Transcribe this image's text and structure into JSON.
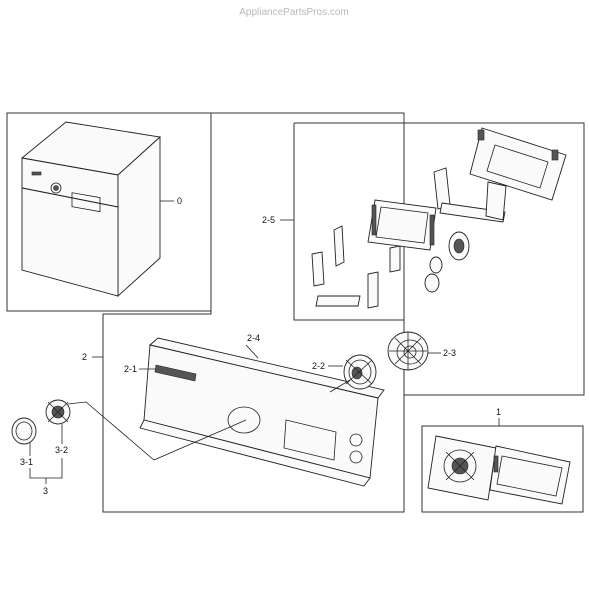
{
  "watermark": "AppliancePartsPros.com",
  "callouts": {
    "c0": "0",
    "c1": "1",
    "c2": "2",
    "c2_1": "2-1",
    "c2_2": "2-2",
    "c2_3": "2-3",
    "c2_4": "2-4",
    "c2_5": "2-5",
    "c3": "3",
    "c3_1": "3-1",
    "c3_2": "3-2"
  },
  "icons": {
    "assembly_0": "dryer-cabinet-icon",
    "assembly_2_5": "control-board-pcb-icon",
    "part_2_4": "control-panel-icon",
    "part_2_2": "knob-ring-icon",
    "part_2_3": "knob-dial-icon",
    "part_1": "pcb-assembly-icon",
    "part_3_1": "knob-cap-icon",
    "part_3_2": "knob-base-icon"
  }
}
